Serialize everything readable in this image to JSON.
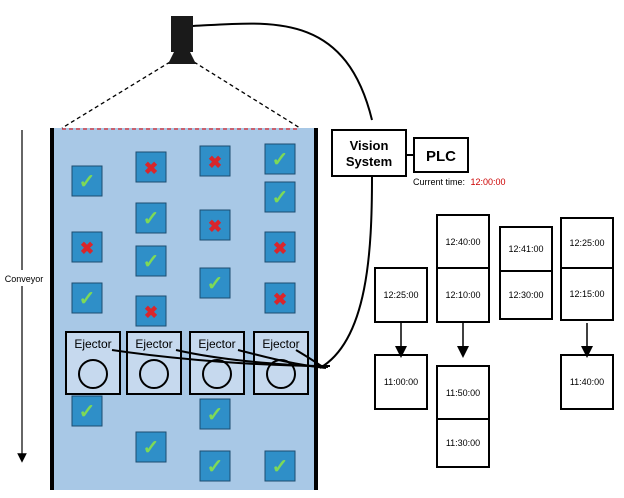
{
  "labels": {
    "conveyor": "Conveyor",
    "vision_system_line1": "Vision",
    "vision_system_line2": "System",
    "plc": "PLC",
    "current_time_prefix": "Current time:",
    "current_time_value": "12:00:00",
    "ejector": "Ejector"
  },
  "timestamps": {
    "col1_top": "12:25:00",
    "col1_bottom": "11:00:00",
    "col2_top_a": "12:40:00",
    "col2_top_b": "12:10:00",
    "col2_bottom_a": "11:50:00",
    "col2_bottom_b": "11:30:00",
    "col3_top_a": "12:41:00",
    "col3_top_b": "12:30:00",
    "col4_top_a": "12:25:00",
    "col4_top_b": "12:15:00",
    "col4_bottom": "11:40:00"
  },
  "colors": {
    "conveyor_fill": "#a8c8e6",
    "item_fill": "#2f8fc8",
    "pass_mark": "#7ed957",
    "fail_mark": "#d9262b",
    "current_time": "#cc0000",
    "ejector_fill": "#c6d9ee"
  },
  "items": {
    "pass_symbol": "✓",
    "fail_symbol": "✖"
  }
}
